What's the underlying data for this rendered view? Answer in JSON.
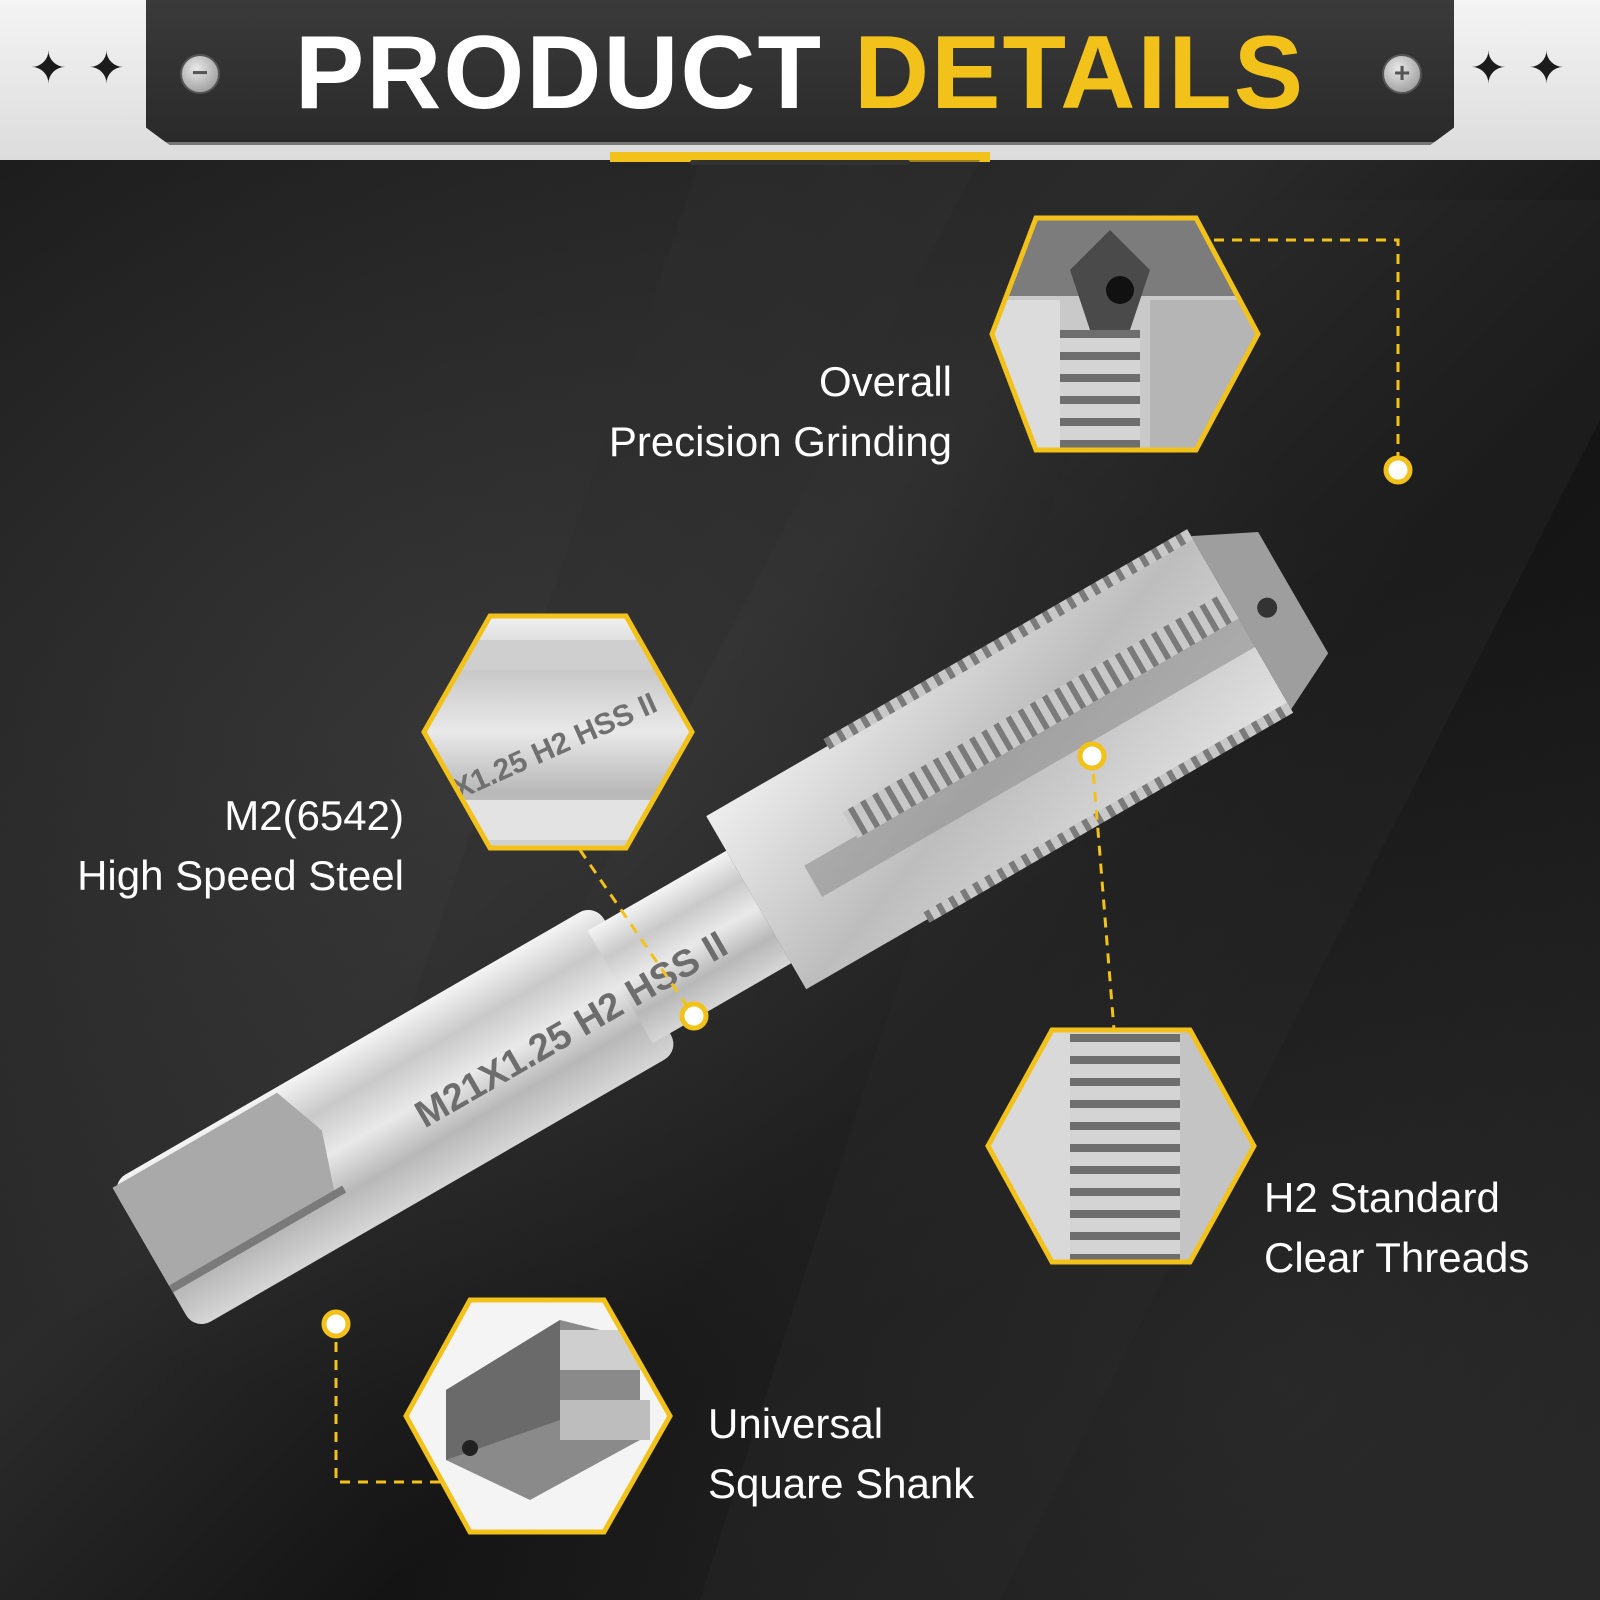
{
  "header": {
    "title_part1": "PRODUCT",
    "title_part2": "DETAILS"
  },
  "product": {
    "shank_marking": "M21X1.25 H2 HSS II",
    "zoom_marking": "X1.25 H2 HSS II"
  },
  "features": [
    {
      "id": "precision",
      "line1": "Overall",
      "line2": "Precision Grinding"
    },
    {
      "id": "material",
      "line1": "M2(6542)",
      "line2": "High Speed Steel"
    },
    {
      "id": "threads",
      "line1": "H2 Standard",
      "line2": "Clear Threads"
    },
    {
      "id": "shank",
      "line1": "Universal",
      "line2": "Square Shank"
    }
  ],
  "colors": {
    "accent": "#f2c21a",
    "header_plate": "#2f2f2f",
    "text": "#ffffff"
  },
  "icons": {
    "left": [
      "minus-screw-icon",
      "sparkle-icon"
    ],
    "right": [
      "plus-screw-icon",
      "sparkle-icon"
    ]
  }
}
